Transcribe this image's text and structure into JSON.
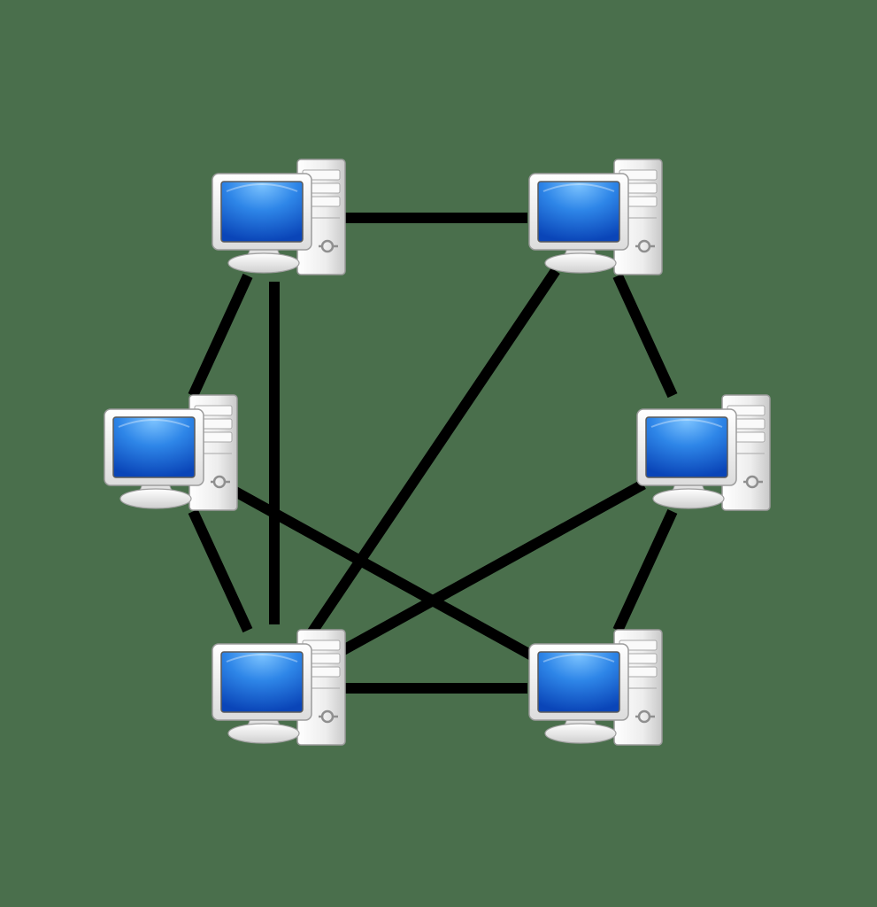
{
  "diagram": {
    "type": "network-topology",
    "colors": {
      "background": "#4a6f4c",
      "connection": "#000000",
      "screen_dark": "#0b4fc2",
      "screen_light": "#4aa3f4",
      "case": "#f2f2f2",
      "case_edge": "#9a9a9a"
    },
    "nodes": [
      {
        "id": "pc-top-left",
        "icon": "desktop-computer-icon"
      },
      {
        "id": "pc-top-right",
        "icon": "desktop-computer-icon"
      },
      {
        "id": "pc-middle-left",
        "icon": "desktop-computer-icon"
      },
      {
        "id": "pc-middle-right",
        "icon": "desktop-computer-icon"
      },
      {
        "id": "pc-bottom-left",
        "icon": "desktop-computer-icon"
      },
      {
        "id": "pc-bottom-right",
        "icon": "desktop-computer-icon"
      }
    ],
    "edges": [
      {
        "from": "pc-top-left",
        "to": "pc-top-right"
      },
      {
        "from": "pc-top-left",
        "to": "pc-middle-left"
      },
      {
        "from": "pc-top-left",
        "to": "pc-bottom-left"
      },
      {
        "from": "pc-top-right",
        "to": "pc-middle-right"
      },
      {
        "from": "pc-top-right",
        "to": "pc-bottom-left"
      },
      {
        "from": "pc-middle-left",
        "to": "pc-bottom-left"
      },
      {
        "from": "pc-middle-left",
        "to": "pc-bottom-right"
      },
      {
        "from": "pc-middle-right",
        "to": "pc-bottom-left"
      },
      {
        "from": "pc-middle-right",
        "to": "pc-bottom-right"
      },
      {
        "from": "pc-bottom-left",
        "to": "pc-bottom-right"
      }
    ]
  }
}
